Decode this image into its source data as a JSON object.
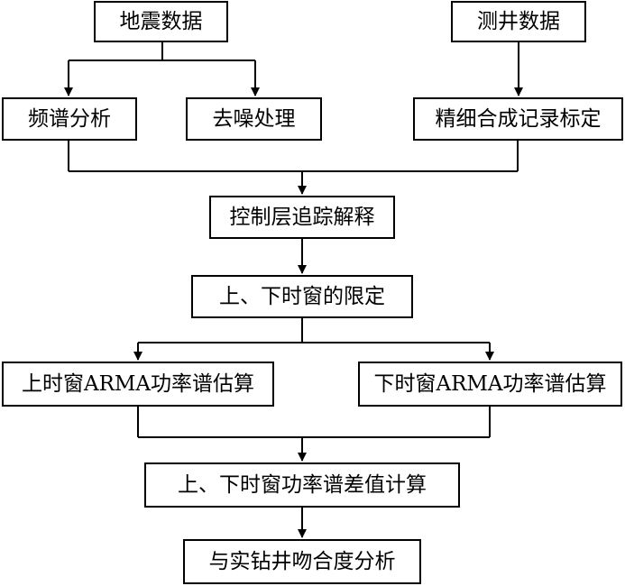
{
  "diagram": {
    "nodes": {
      "seismic_data": "地震数据",
      "well_data": "测井数据",
      "spectrum_analysis": "频谱分析",
      "denoising": "去噪处理",
      "synthetic_calibration": "精细合成记录标定",
      "horizon_tracking": "控制层追踪解释",
      "time_window": "上、下时窗的限定",
      "upper_arma": "上时窗ARMA功率谱估算",
      "lower_arma": "下时窗ARMA功率谱估算",
      "power_diff": "上、下时窗功率谱差值计算",
      "well_match": "与实钻井吻合度分析"
    },
    "edges": [
      [
        "seismic_data",
        "spectrum_analysis"
      ],
      [
        "seismic_data",
        "denoising"
      ],
      [
        "well_data",
        "synthetic_calibration"
      ],
      [
        "spectrum_analysis",
        "horizon_tracking"
      ],
      [
        "synthetic_calibration",
        "horizon_tracking"
      ],
      [
        "horizon_tracking",
        "time_window"
      ],
      [
        "time_window",
        "upper_arma"
      ],
      [
        "time_window",
        "lower_arma"
      ],
      [
        "upper_arma",
        "power_diff"
      ],
      [
        "lower_arma",
        "power_diff"
      ],
      [
        "power_diff",
        "well_match"
      ]
    ]
  }
}
